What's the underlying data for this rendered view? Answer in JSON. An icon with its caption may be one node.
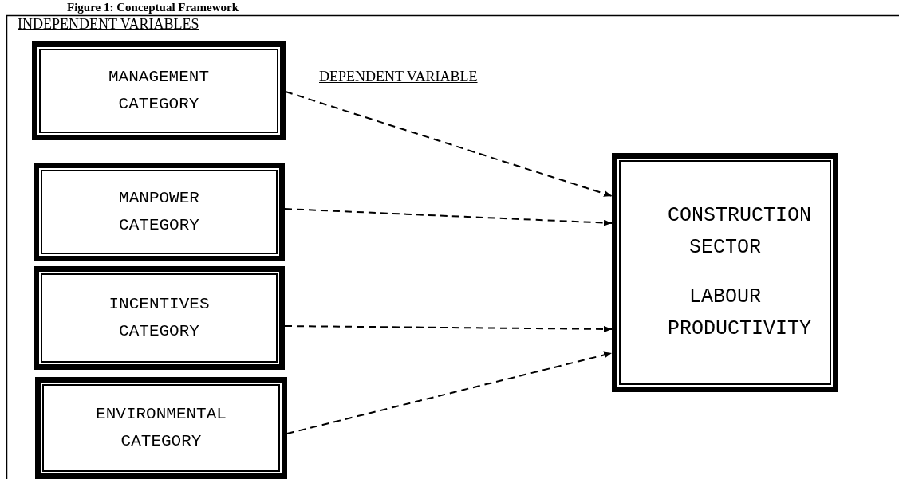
{
  "diagram": {
    "title": "Figure 1:  Conceptual Framework",
    "nodes": [
      {
        "text": [
          "MANAGEMENT CATEGORY"
        ]
      },
      {
        "text": [
          "MANPOWER CATEGORY"
        ]
      },
      {
        "text": [
          "INCENTIVES CATEGORY"
        ]
      },
      {
        "text": [
          "ENVIRONMENTAL CATEGORY"
        ]
      },
      {
        "text": [
          "CONSTRUCTION SECTOR",
          "LABOUR PRODUCTIVITY"
        ]
      }
    ],
    "edges": [
      {
        "from": 0,
        "to": 4,
        "arrow": "to",
        "style": "dashed"
      },
      {
        "from": 1,
        "to": 4,
        "arrow": "to",
        "style": "dashed"
      },
      {
        "from": 2,
        "to": 4,
        "arrow": "to",
        "style": "dashed"
      },
      {
        "from": 3,
        "to": 4,
        "arrow": "to",
        "style": "dashed"
      }
    ],
    "labels": [
      "INDEPENDENT VARIABLES",
      "DEPENDENT VARIABLE"
    ]
  }
}
